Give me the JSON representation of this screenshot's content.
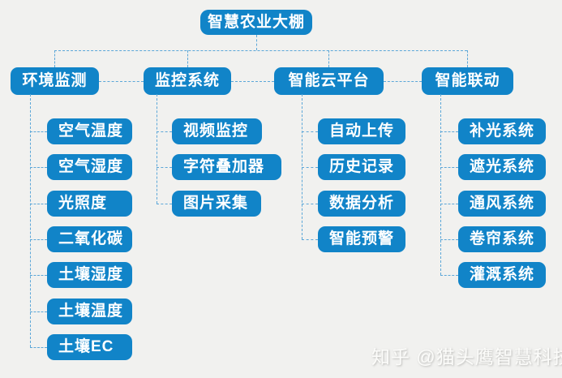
{
  "diagram": {
    "title": "智慧农业大棚",
    "colors": {
      "node_fill": "#1184C8",
      "node_text": "#FFFFFF",
      "connector": "#5CA7D8",
      "background": "#F1F1EF"
    },
    "root": {
      "label": "智慧农业大棚"
    },
    "branches": [
      {
        "label": "环境监测",
        "children": [
          "空气温度",
          "空气湿度",
          "光照度",
          "二氧化碳",
          "土壤湿度",
          "土壤温度",
          "土壤EC"
        ]
      },
      {
        "label": "监控系统",
        "children": [
          "视频监控",
          "字符叠加器",
          "图片采集"
        ]
      },
      {
        "label": "智能云平台",
        "children": [
          "自动上传",
          "历史记录",
          "数据分析",
          "智能预警"
        ]
      },
      {
        "label": "智能联动",
        "children": [
          "补光系统",
          "遮光系统",
          "通风系统",
          "卷帘系统",
          "灌溉系统"
        ]
      }
    ],
    "watermark": "知乎 @猫头鹰智慧科技"
  }
}
